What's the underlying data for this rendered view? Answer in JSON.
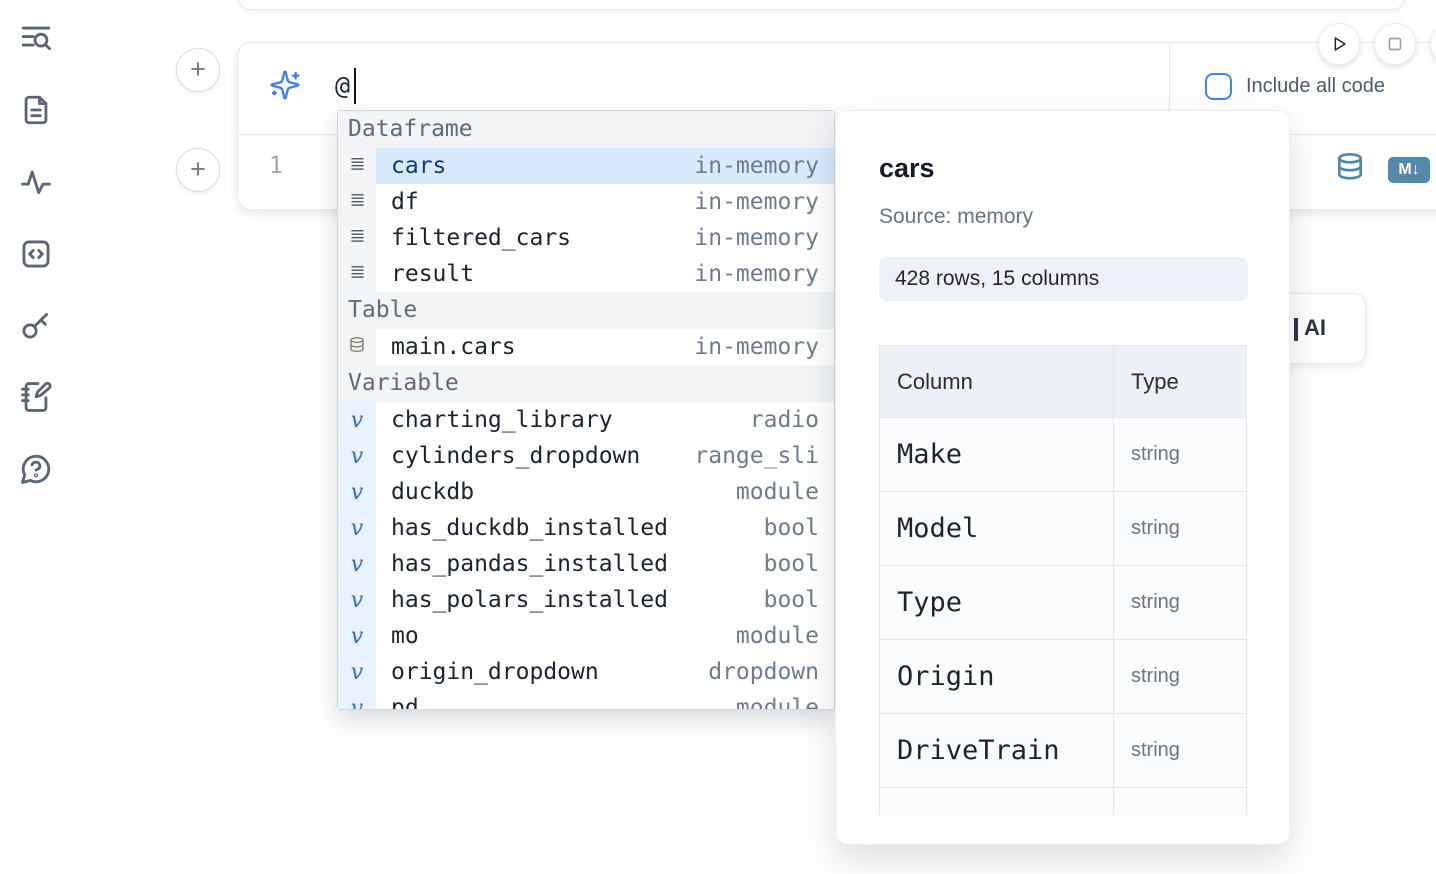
{
  "sidebar": {
    "icons": [
      "list-search-icon",
      "file-text-icon",
      "activity-icon",
      "code-square-icon",
      "key-icon",
      "notebook-pen-icon",
      "help-circle-icon"
    ]
  },
  "prompt": {
    "value": "@",
    "include_all_code_label": "Include all code",
    "checkbox_checked": false
  },
  "cell": {
    "line_number": "1",
    "markdown_badge": "M↓"
  },
  "ai_button": {
    "label": "AI"
  },
  "autocomplete": {
    "sections": [
      {
        "label": "Dataframe",
        "items": [
          {
            "name": "cars",
            "type": "in-memory",
            "icon": "dataframe-rows-icon",
            "selected": true
          },
          {
            "name": "df",
            "type": "in-memory",
            "icon": "dataframe-rows-icon"
          },
          {
            "name": "filtered_cars",
            "type": "in-memory",
            "icon": "dataframe-rows-icon"
          },
          {
            "name": "result",
            "type": "in-memory",
            "icon": "dataframe-rows-icon"
          }
        ]
      },
      {
        "label": "Table",
        "items": [
          {
            "name": "main.cars",
            "type": "in-memory",
            "icon": "database-icon"
          }
        ]
      },
      {
        "label": "Variable",
        "items": [
          {
            "name": "charting_library",
            "type": "radio",
            "icon": "variable-icon"
          },
          {
            "name": "cylinders_dropdown",
            "type": "range_sli",
            "icon": "variable-icon"
          },
          {
            "name": "duckdb",
            "type": "module",
            "icon": "variable-icon"
          },
          {
            "name": "has_duckdb_installed",
            "type": "bool",
            "icon": "variable-icon"
          },
          {
            "name": "has_pandas_installed",
            "type": "bool",
            "icon": "variable-icon"
          },
          {
            "name": "has_polars_installed",
            "type": "bool",
            "icon": "variable-icon"
          },
          {
            "name": "mo",
            "type": "module",
            "icon": "variable-icon"
          },
          {
            "name": "origin_dropdown",
            "type": "dropdown",
            "icon": "variable-icon"
          },
          {
            "name": "pd",
            "type": "module",
            "icon": "variable-icon"
          }
        ]
      }
    ]
  },
  "preview": {
    "title": "cars",
    "source": "Source: memory",
    "shape": "428 rows, 15 columns",
    "table": {
      "headers": [
        "Column",
        "Type"
      ],
      "rows": [
        [
          "Make",
          "string"
        ],
        [
          "Model",
          "string"
        ],
        [
          "Type",
          "string"
        ],
        [
          "Origin",
          "string"
        ],
        [
          "DriveTrain",
          "string"
        ]
      ]
    }
  },
  "colors": {
    "accent": "#3b82f6",
    "steel_blue": "#4e86ad",
    "selection_bg": "#d9eafc"
  }
}
